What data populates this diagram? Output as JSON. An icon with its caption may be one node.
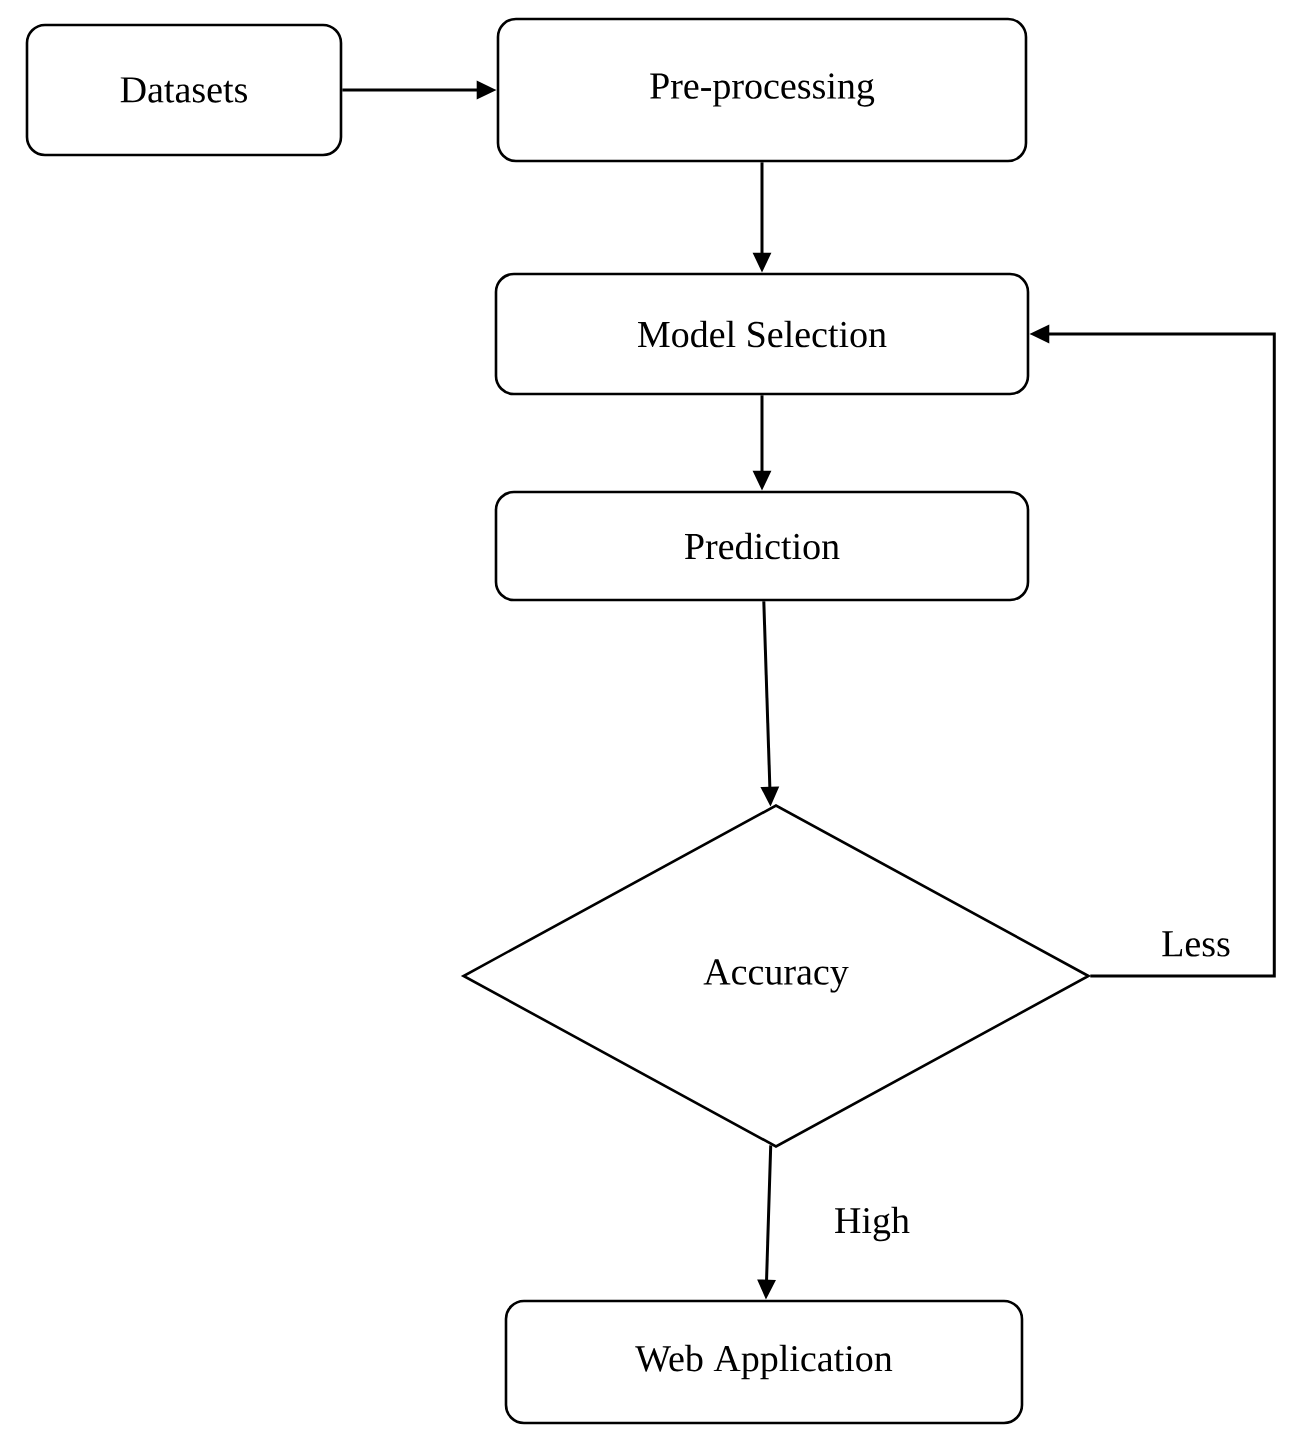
{
  "diagram": {
    "nodes": [
      {
        "text": [
          "Datasets"
        ]
      },
      {
        "text": [
          "Pre-processing"
        ]
      },
      {
        "text": [
          "Model Selection"
        ]
      },
      {
        "text": [
          "Prediction"
        ]
      },
      {
        "text": [
          "Accuracy"
        ]
      },
      {
        "text": [
          "Web Application"
        ]
      }
    ],
    "edges": [
      {
        "from": 0,
        "to": 1,
        "arrow": "to"
      },
      {
        "from": 1,
        "to": 2,
        "arrow": "to"
      },
      {
        "from": 2,
        "to": 3,
        "arrow": "to"
      },
      {
        "from": 3,
        "to": 4,
        "arrow": "to"
      },
      {
        "from": 4,
        "to": 2,
        "arrow": "to",
        "label": "Less"
      },
      {
        "from": 4,
        "to": 5,
        "arrow": "to",
        "label": "High"
      }
    ]
  }
}
